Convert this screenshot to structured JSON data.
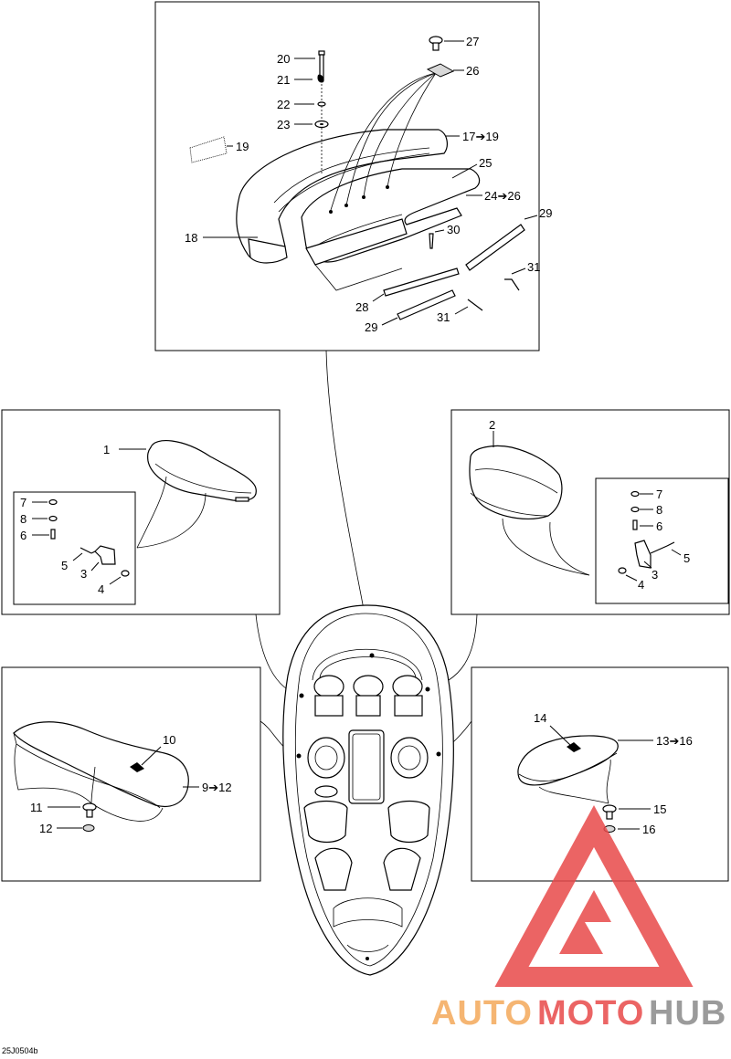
{
  "diagram_code": "25J0504b",
  "watermark": {
    "part1": "AUTO",
    "part2": "MOTO",
    "part3": "HUB",
    "color_red": "#e8494a",
    "color_orange": "#f4a95a",
    "color_gray": "#8a8a8a"
  },
  "top_panel": {
    "labels": {
      "l20": "20",
      "l21": "21",
      "l22": "22",
      "l23": "23",
      "l27": "27",
      "l26": "26",
      "l19": "19",
      "l17": "17➔19",
      "l25": "25",
      "l24": "24➔26",
      "l18": "18",
      "l30": "30",
      "l29a": "29",
      "l31a": "31",
      "l28": "28",
      "l29b": "29",
      "l31b": "31"
    }
  },
  "left_panel": {
    "labels": {
      "l1": "1",
      "l7": "7",
      "l8": "8",
      "l6": "6",
      "l5": "5",
      "l3": "3",
      "l4": "4"
    }
  },
  "right_panel": {
    "labels": {
      "l2": "2",
      "l7": "7",
      "l8": "8",
      "l6": "6",
      "l5": "5",
      "l3": "3",
      "l4": "4"
    }
  },
  "bottom_left_panel": {
    "labels": {
      "l10": "10",
      "l9": "9➔12",
      "l11": "11",
      "l12": "12"
    }
  },
  "bottom_right_panel": {
    "labels": {
      "l14": "14",
      "l13": "13➔16",
      "l15": "15",
      "l16": "16"
    }
  }
}
